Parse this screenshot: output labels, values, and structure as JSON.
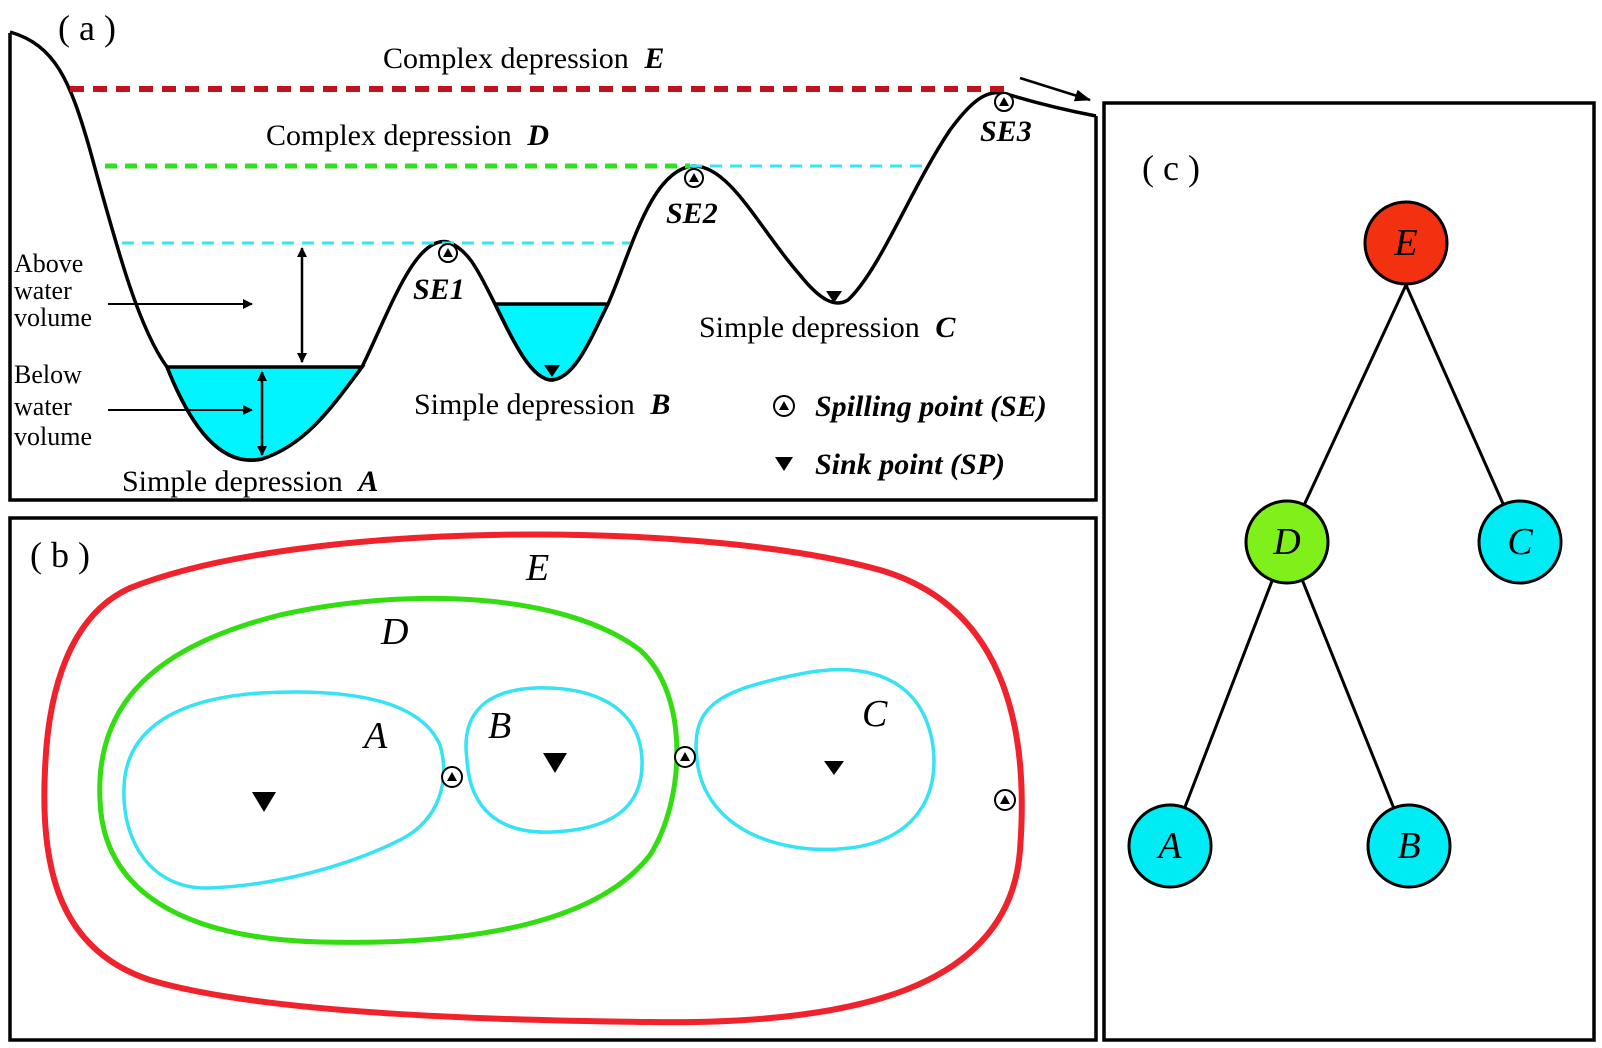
{
  "colors": {
    "water": "#00f5ff",
    "level_e": "#c0121f",
    "level_d": "#33dd22",
    "level_inner": "#33e6f2",
    "contour_e": "#f0232c",
    "contour_d": "#33dd11",
    "contour_simple": "#35e3f2",
    "node_e": "#f33010",
    "node_d": "#7ff01a",
    "node_simple": "#00ecf5",
    "ink": "#000000"
  },
  "panel_a": {
    "label": "( a )",
    "complex_e_prefix": "Complex depression",
    "complex_e_letter": "E",
    "complex_d_prefix": "Complex depression",
    "complex_d_letter": "D",
    "simple_a_prefix": "Simple depression",
    "simple_a_letter": "A",
    "simple_b_prefix": "Simple depression",
    "simple_b_letter": "B",
    "simple_c_prefix": "Simple depression",
    "simple_c_letter": "C",
    "se1": "SE1",
    "se2": "SE2",
    "se3": "SE3",
    "above_line1": "Above",
    "above_line2": "water",
    "above_line3": "volume",
    "below_line1": "Below",
    "below_line2": "water",
    "below_line3": "volume",
    "legend_spill": "Spilling point (SE)",
    "legend_sink": "Sink point (SP)",
    "legend_spill_icon": "spilling-point-icon",
    "legend_sink_icon": "sink-point-icon"
  },
  "panel_b": {
    "label": "( b )",
    "e": "E",
    "d": "D",
    "a": "A",
    "b": "B",
    "c": "C"
  },
  "panel_c": {
    "label": "( c )",
    "nodes": {
      "e": "E",
      "d": "D",
      "c": "C",
      "a": "A",
      "b": "B"
    }
  }
}
